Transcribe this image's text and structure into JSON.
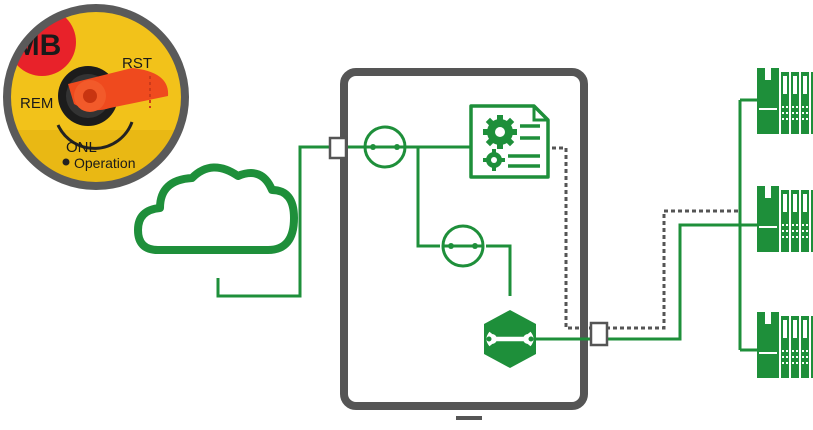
{
  "colors": {
    "green": "#1e8f3a",
    "gray": "#555555",
    "switch_yellow": "#f2c21a",
    "switch_red": "#e8222a",
    "knob_orange": "#ef4a1e"
  },
  "key_switch": {
    "brand": "MB",
    "rst_label": "RST",
    "rem_label": "REM",
    "onl_label": "ONL",
    "operation_label": "Operation"
  },
  "icons": {
    "cloud": "cloud-icon",
    "config": "config-document-icon",
    "service": "wrench-icon",
    "plc": "plc-rack-icon"
  }
}
